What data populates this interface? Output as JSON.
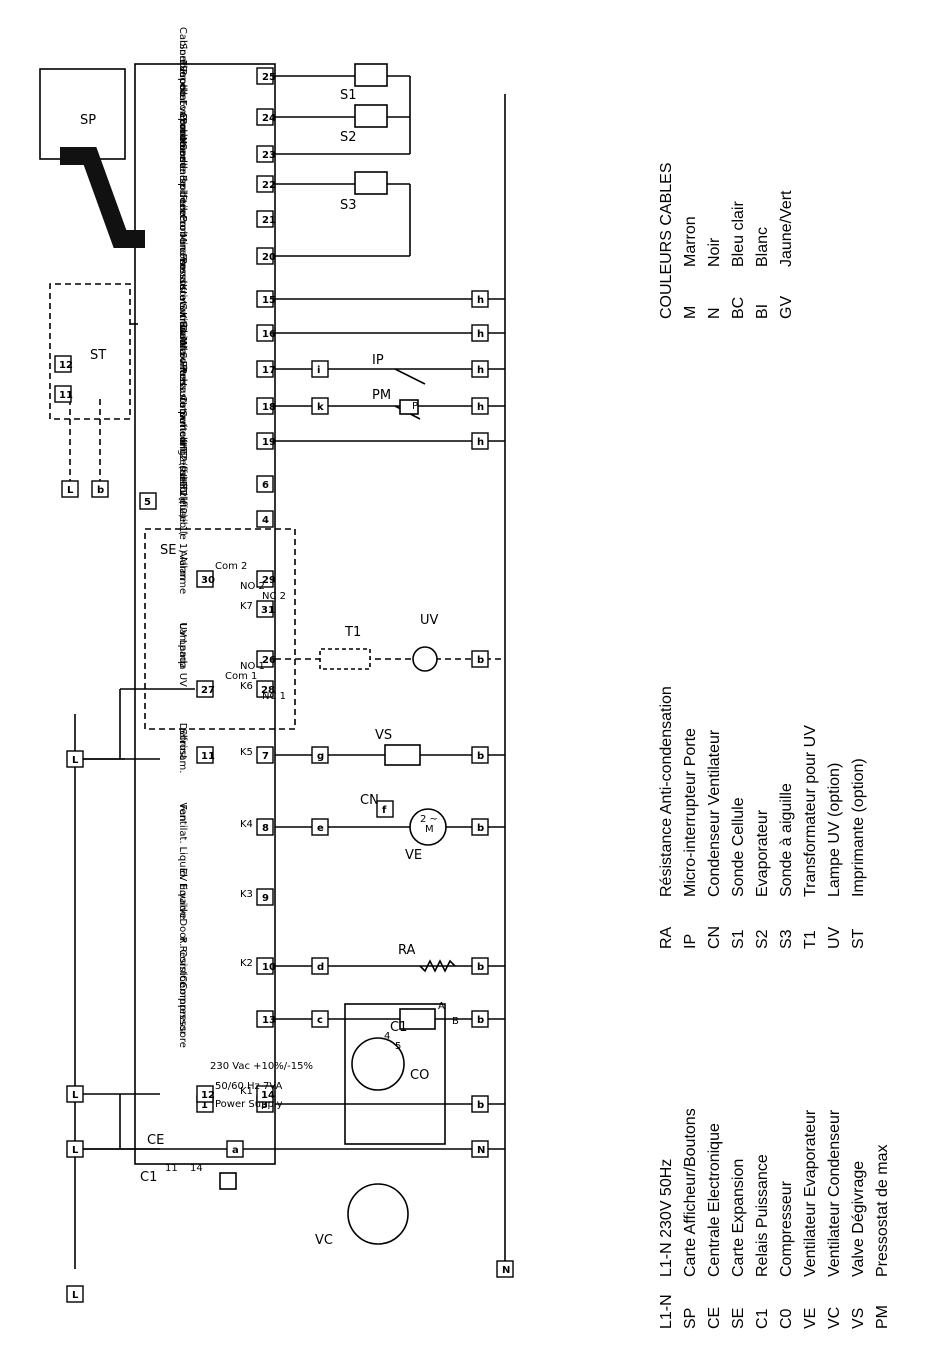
{
  "legend_left": [
    {
      "code": "L1-N",
      "desc": "L1-N  230V  50Hz"
    },
    {
      "code": "SP",
      "desc": "Carte Afficheur/Boutons"
    },
    {
      "code": "CE",
      "desc": "Centrale Electronique"
    },
    {
      "code": "SE",
      "desc": "Carte Expansion"
    },
    {
      "code": "C1",
      "desc": "Relais Puissance"
    },
    {
      "code": "C0",
      "desc": "Compresseur"
    },
    {
      "code": "VE",
      "desc": "Ventilateur Evaporateur"
    },
    {
      "code": "VC",
      "desc": "Ventilateur Condenseur"
    },
    {
      "code": "VS",
      "desc": "Valve Dégivrage"
    },
    {
      "code": "PM",
      "desc": "Pressostat de max"
    }
  ],
  "legend_middle": [
    {
      "code": "RA",
      "desc": "Résistance Anti-condensation"
    },
    {
      "code": "IP",
      "desc": "Micro-interrupteur Porte"
    },
    {
      "code": "CN",
      "desc": "Condenseur Ventilateur"
    },
    {
      "code": "S1",
      "desc": "Sonde Cellule"
    },
    {
      "code": "S2",
      "desc": "Evaporateur"
    },
    {
      "code": "S3",
      "desc": "Sonde à aiguille"
    },
    {
      "code": "T1",
      "desc": "Transformateur pour UV"
    },
    {
      "code": "UV",
      "desc": "Lampe UV (option)"
    },
    {
      "code": "ST",
      "desc": "Imprimante (option)"
    }
  ],
  "cable_colors": {
    "title": "COULEURS CABLES",
    "items": [
      {
        "code": "M",
        "desc": "Marron"
      },
      {
        "code": "N",
        "desc": "Noir"
      },
      {
        "code": "BC",
        "desc": "Bleu clair"
      },
      {
        "code": "BI",
        "desc": "Blanc"
      },
      {
        "code": "GV",
        "desc": "Jaune/Vert"
      }
    ]
  },
  "blocks": {
    "ce": "CE",
    "sp": "SP",
    "st": "ST",
    "se": "SE",
    "co": "CO",
    "vc": "VC",
    "ve": "VE",
    "power_1": "230 Vac +10%/-15%",
    "power_2": "50/60 Hz   7VA",
    "power_3": "Power Supply"
  },
  "terminals": [
    {
      "num": "25",
      "it": "Sonda cella",
      "en": "Cabinet Probe"
    },
    {
      "num": "24",
      "it": "Sonda Evaporatore",
      "en": "Evaporator Probe"
    },
    {
      "num": "23",
      "it": "Comune sonde",
      "en": "Probe com"
    },
    {
      "num": "22",
      "it": "Sonda spillone",
      "en": "Needle Probe"
    },
    {
      "num": "21",
      "it": "Libero",
      "en": "Free"
    },
    {
      "num": "20",
      "it": "Comune sonde",
      "en": "Probe com"
    },
    {
      "num": "15",
      "it": "Pressostato min.",
      "en": "Min. Pressure Switch"
    },
    {
      "num": "16",
      "it": "Kriwan",
      "en": "Kriwan Switch"
    },
    {
      "num": "17",
      "it": "Micro-Porta",
      "en": "Door-Switch"
    },
    {
      "num": "18",
      "it": "Pressostato max",
      "en": "Max Pressure Switch"
    },
    {
      "num": "19",
      "it": "Comune ingressi",
      "en": "Input com"
    },
    {
      "num": "6",
      "it": "HT2  (fusibile 2)",
      "en": "HT2  (fuse 2)"
    },
    {
      "num": "4",
      "it": "HT1  (fusibile 1)",
      "en": "HT1  (fuse 1)"
    },
    {
      "num": "29",
      "it": "Allarme",
      "en": "Alarm"
    },
    {
      "num": "26",
      "it": "Lampada UV",
      "en": "UV Lamp"
    },
    {
      "num": "7",
      "it": "Sbrinam.",
      "en": "Defrost"
    },
    {
      "num": "8",
      "it": "Ventilat.",
      "en": "Fan"
    },
    {
      "num": "9",
      "it": "EV liquido",
      "en": "Liquid. E.valve"
    },
    {
      "num": "10",
      "it": "R. Cornice",
      "en": "Door Resistor"
    },
    {
      "num": "13",
      "it": "Compressore",
      "en": "Compressor"
    }
  ],
  "misc_labels": {
    "t5": "5",
    "t1": "1",
    "t3": "3",
    "t11": "11",
    "t12": "12",
    "t14": "14",
    "t27": "27",
    "t28": "28",
    "t30": "30",
    "t31": "31",
    "com1": "Com 1",
    "no1": "NO 1",
    "nc1": "NC 1",
    "com2": "Com 2",
    "no2": "NO 2",
    "nc2": "NC 2",
    "k1": "K1",
    "k2": "K2",
    "k3": "K3",
    "k4": "K4",
    "k5": "K5",
    "k6": "K6",
    "k7": "K7",
    "s1": "S1",
    "s2": "S2",
    "s3": "S3",
    "t1c": "T1",
    "uv": "UV",
    "ip": "IP",
    "pm": "PM",
    "p": "P",
    "vs": "VS",
    "cn": "CN",
    "ra": "RA",
    "c1": "C1",
    "c1_11": "11",
    "c1_14": "14",
    "a": "A",
    "b_pin": "B",
    "st11": "11",
    "st12": "12",
    "m": "M",
    "m2": "2 ~",
    "co4": "4",
    "co5": "5",
    "wL": "L",
    "wN": "N",
    "wa": "a",
    "wb": "b",
    "wc": "c",
    "wd": "d",
    "we": "e",
    "wf": "f",
    "wg": "g",
    "wh": "h",
    "wi": "i",
    "wk": "k"
  }
}
